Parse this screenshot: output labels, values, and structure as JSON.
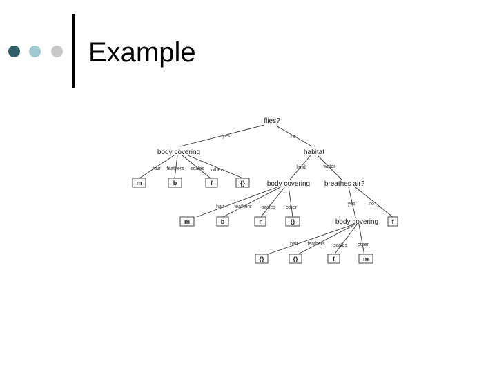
{
  "slide": {
    "title": "Example",
    "bullet_colors": [
      "#2f5f66",
      "#9ec9d0",
      "#c8c8c8"
    ]
  },
  "tree": {
    "nodes": {
      "flies": "flies?",
      "body_covering_1": "body covering",
      "habitat": "habitat",
      "body_covering_2": "body covering",
      "breathes_air": "breathes air?",
      "body_covering_3": "body covering"
    },
    "edges": {
      "yes_1": "yes",
      "no_1": "no",
      "hair_1": "hair",
      "feathers_1": "feathers",
      "scales_1": "scales",
      "other_1": "other",
      "land": "land",
      "water": "water",
      "hair_2": "hair",
      "feathers_2": "feathers",
      "scales_2": "scales",
      "other_2": "other",
      "yes_2": "yes",
      "no_2": "no",
      "hair_3": "hair",
      "feathers_3": "feathers",
      "scales_3": "scales",
      "other_3": "other"
    },
    "leaves": {
      "l1": "m",
      "l2": "b",
      "l3": "f",
      "l4": "{}",
      "l5": "m",
      "l6": "b",
      "l7": "r",
      "l8": "{}",
      "l9": "f",
      "l10": "{}",
      "l11": "{}",
      "l12": "f",
      "l13": "m"
    }
  }
}
